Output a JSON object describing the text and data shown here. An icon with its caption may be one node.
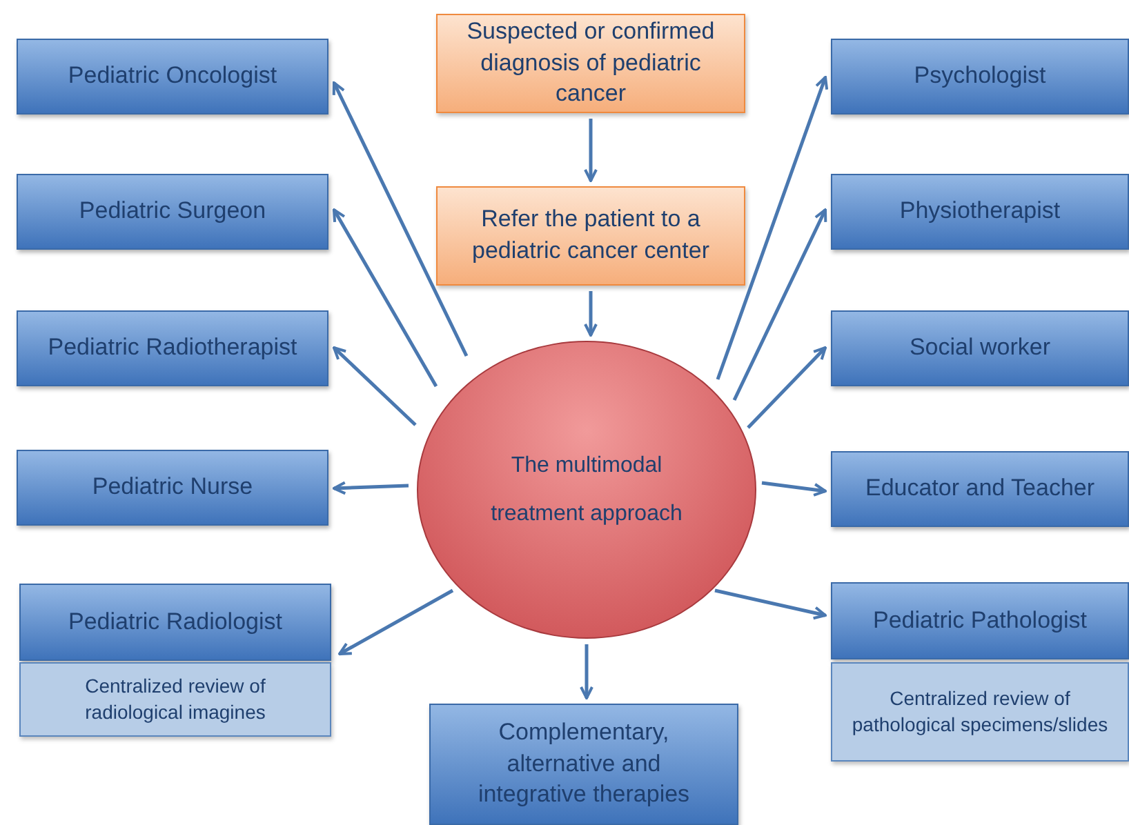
{
  "diagram": {
    "nodes": [
      {
        "text": [
          "Suspected or confirmed diagnosis of pediatric cancer"
        ]
      },
      {
        "text": [
          "Refer the patient to a pediatric cancer center"
        ]
      },
      {
        "text": [
          "The multimodal treatment approach"
        ]
      },
      {
        "text": [
          "Pediatric Oncologist"
        ]
      },
      {
        "text": [
          "Pediatric Surgeon"
        ]
      },
      {
        "text": [
          "Pediatric Radiotherapist"
        ]
      },
      {
        "text": [
          "Pediatric Nurse"
        ]
      },
      {
        "text": [
          "Pediatric Radiologist"
        ]
      },
      {
        "text": [
          "Centralized review of radiological imagines"
        ]
      },
      {
        "text": [
          "Complementary, alternative and integrative therapies"
        ]
      },
      {
        "text": [
          "Psychologist"
        ]
      },
      {
        "text": [
          "Physiotherapist"
        ]
      },
      {
        "text": [
          "Social worker"
        ]
      },
      {
        "text": [
          "Educator and Teacher"
        ]
      },
      {
        "text": [
          "Pediatric Pathologist"
        ]
      },
      {
        "text": [
          "Centralized review of pathological specimens/slides"
        ]
      }
    ],
    "edges": [
      {
        "from": 0,
        "to": 1,
        "arrow": "to"
      },
      {
        "from": 1,
        "to": 2,
        "arrow": "to"
      },
      {
        "from": 2,
        "to": 3,
        "arrow": "to"
      },
      {
        "from": 2,
        "to": 4,
        "arrow": "to"
      },
      {
        "from": 2,
        "to": 5,
        "arrow": "to"
      },
      {
        "from": 2,
        "to": 6,
        "arrow": "to"
      },
      {
        "from": 2,
        "to": 7,
        "arrow": "to"
      },
      {
        "from": 2,
        "to": 9,
        "arrow": "to"
      },
      {
        "from": 2,
        "to": 10,
        "arrow": "to"
      },
      {
        "from": 2,
        "to": 11,
        "arrow": "to"
      },
      {
        "from": 2,
        "to": 12,
        "arrow": "to"
      },
      {
        "from": 2,
        "to": 13,
        "arrow": "to"
      },
      {
        "from": 2,
        "to": 14,
        "arrow": "to"
      }
    ]
  }
}
